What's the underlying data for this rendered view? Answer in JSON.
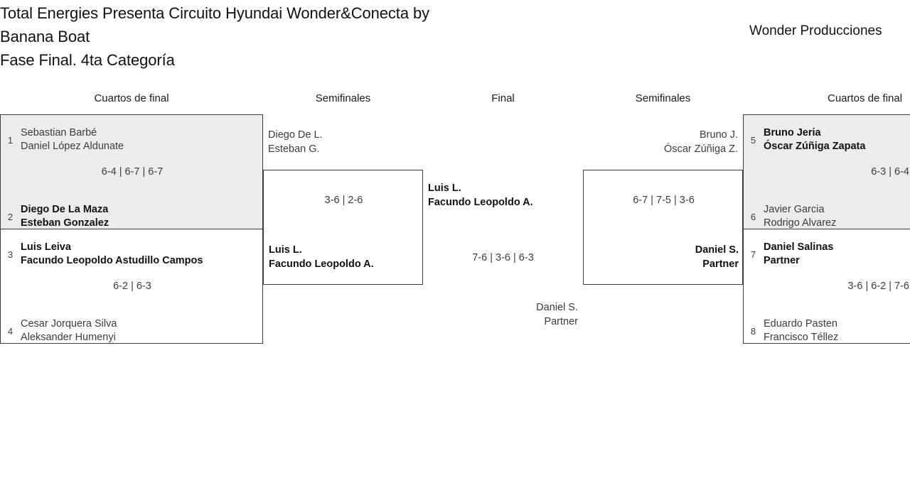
{
  "header": {
    "title_lines": [
      "Total Energies Presenta Circuito Hyundai Wonder&Conecta by",
      "Banana Boat",
      "Fase Final. 4ta Categoría"
    ],
    "organizer": "Wonder Producciones"
  },
  "round_headers": [
    "Cuartos de final",
    "Semifinales",
    "Final",
    "Semifinales",
    "Cuartos de final"
  ],
  "colors": {
    "shaded_background": "#ececec",
    "box_border": "#3d3d3d",
    "winner_text": "#111111",
    "loser_text": "#3c3c3c"
  },
  "bracket": {
    "left_quarterfinals": [
      {
        "shaded": true,
        "top": {
          "seed": "1",
          "players": [
            "Sebastian Barbé",
            "Daniel López Aldunate"
          ],
          "result": "loser"
        },
        "bottom": {
          "seed": "2",
          "players": [
            "Diego De La Maza",
            "Esteban Gonzalez"
          ],
          "result": "winner"
        },
        "score": "6-4 | 6-7 | 6-7"
      },
      {
        "shaded": false,
        "top": {
          "seed": "3",
          "players": [
            "Luis Leiva",
            "Facundo Leopoldo Astudillo Campos"
          ],
          "result": "winner"
        },
        "bottom": {
          "seed": "4",
          "players": [
            "Cesar Jorquera Silva",
            "Aleksander Humenyi"
          ],
          "result": "loser"
        },
        "score": "6-2 | 6-3"
      }
    ],
    "left_semifinal": {
      "top": {
        "players": [
          "Diego De L.",
          "Esteban G."
        ],
        "result": "loser"
      },
      "bottom": {
        "players": [
          "Luis L.",
          "Facundo Leopoldo A."
        ],
        "result": "winner"
      },
      "score": "3-6 | 2-6"
    },
    "final": {
      "top": {
        "players": [
          "Luis L.",
          "Facundo Leopoldo A."
        ],
        "result": "winner"
      },
      "bottom": {
        "players": [
          "Daniel S.",
          "Partner"
        ],
        "result": "loser"
      },
      "score": "7-6 | 3-6 | 6-3"
    },
    "right_semifinal": {
      "top": {
        "players": [
          "Bruno J.",
          "Óscar Zúñiga Z."
        ],
        "result": "loser"
      },
      "bottom": {
        "players": [
          "Daniel S.",
          "Partner"
        ],
        "result": "winner"
      },
      "score": "6-7 | 7-5 | 3-6"
    },
    "right_quarterfinals": [
      {
        "shaded": true,
        "top": {
          "seed": "5",
          "players": [
            "Bruno Jeria",
            "Óscar Zúñiga Zapata"
          ],
          "result": "winner"
        },
        "bottom": {
          "seed": "6",
          "players": [
            "Javier Garcia",
            "Rodrigo Alvarez"
          ],
          "result": "loser"
        },
        "score": "6-3 | 6-4"
      },
      {
        "shaded": false,
        "top": {
          "seed": "7",
          "players": [
            "Daniel Salinas",
            "Partner"
          ],
          "result": "winner"
        },
        "bottom": {
          "seed": "8",
          "players": [
            "Eduardo Pasten",
            "Francisco Téllez"
          ],
          "result": "loser"
        },
        "score": "3-6 | 6-2 | 7-6"
      }
    ]
  }
}
